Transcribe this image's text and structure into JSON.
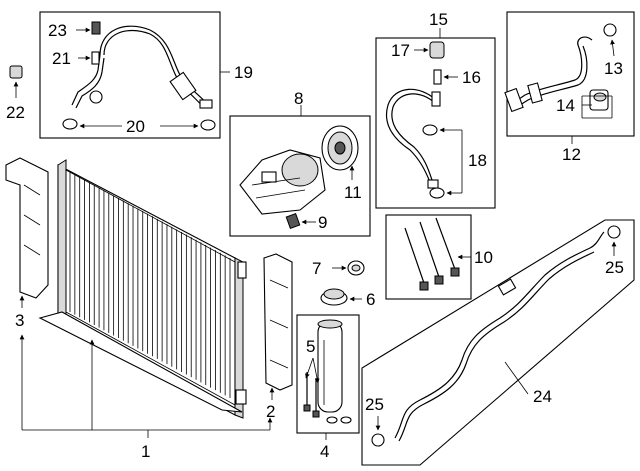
{
  "callouts": {
    "c1": "1",
    "c2": "2",
    "c3": "3",
    "c4": "4",
    "c5": "5",
    "c6": "6",
    "c7": "7",
    "c8": "8",
    "c9": "9",
    "c10": "10",
    "c11": "11",
    "c12": "12",
    "c13": "13",
    "c14": "14",
    "c15": "15",
    "c16": "16",
    "c17": "17",
    "c18": "18",
    "c19": "19",
    "c20": "20",
    "c21": "21",
    "c22": "22",
    "c23": "23",
    "c24": "24",
    "c25a": "25",
    "c25b": "25"
  }
}
